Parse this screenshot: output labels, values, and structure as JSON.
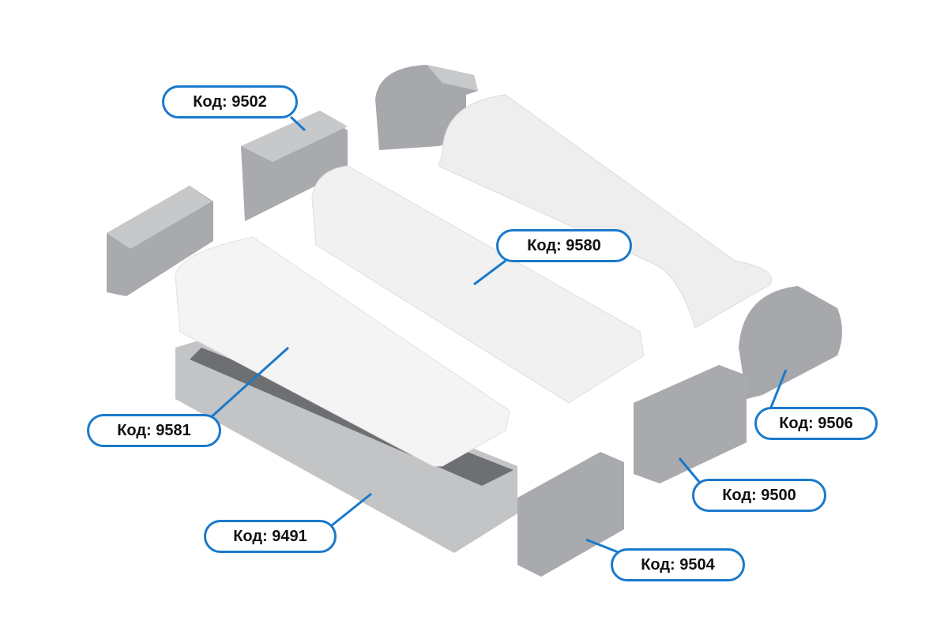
{
  "accent_color": "#1a7acb",
  "labels": {
    "code_9502": "Код: 9502",
    "code_9580": "Код: 9580",
    "code_9581": "Код: 9581",
    "code_9491": "Код: 9491",
    "code_9506": "Код: 9506",
    "code_9500": "Код: 9500",
    "code_9504": "Код: 9504"
  }
}
